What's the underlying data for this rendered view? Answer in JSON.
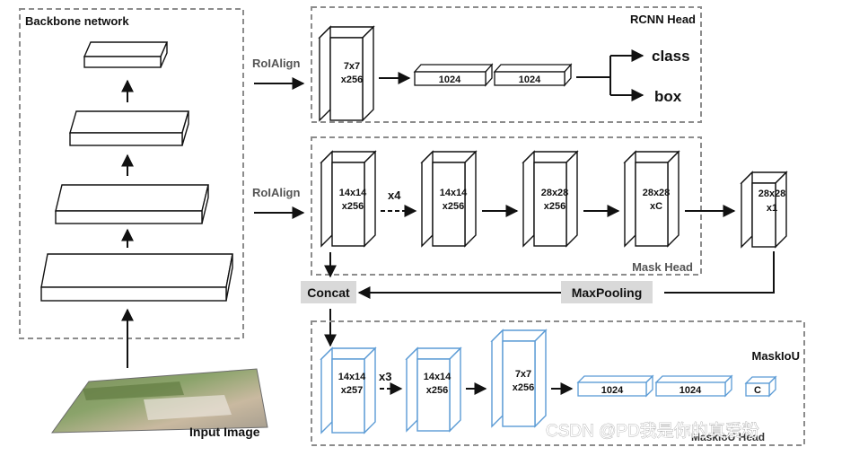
{
  "backbone": {
    "title": "Backbone network"
  },
  "input": {
    "label": "Input Image"
  },
  "rcnn_head": {
    "title": "RCNN Head",
    "roialign": "RoIAlign",
    "feature": [
      "7x7",
      "x256"
    ],
    "fc": [
      "1024",
      "1024"
    ],
    "outputs": [
      "class",
      "box"
    ]
  },
  "mask_head": {
    "title": "Mask Head",
    "roialign": "RoIAlign",
    "repeat": "x4",
    "blocks": [
      [
        "14x14",
        "x256"
      ],
      [
        "14x14",
        "x256"
      ],
      [
        "28x28",
        "x256"
      ],
      [
        "28x28",
        "xC"
      ]
    ],
    "output": [
      "28x28",
      "x1"
    ]
  },
  "middle": {
    "concat": "Concat",
    "maxpool": "MaxPooling"
  },
  "maskiou_head": {
    "title": "MaskIoU",
    "title_overlap": "MaskIoU Head",
    "repeat": "x3",
    "blocks": [
      [
        "14x14",
        "x257"
      ],
      [
        "14x14",
        "x256"
      ],
      [
        "7x7",
        "x256"
      ]
    ],
    "fc": [
      "1024",
      "1024"
    ],
    "out": "C"
  },
  "watermark": "CSDN @PD我是你的真爱粉",
  "colors": {
    "dark": "#111111",
    "blue": "#5b9bd5",
    "dashed": "#8c8c8c",
    "label_bg": "#d9d9d9"
  }
}
